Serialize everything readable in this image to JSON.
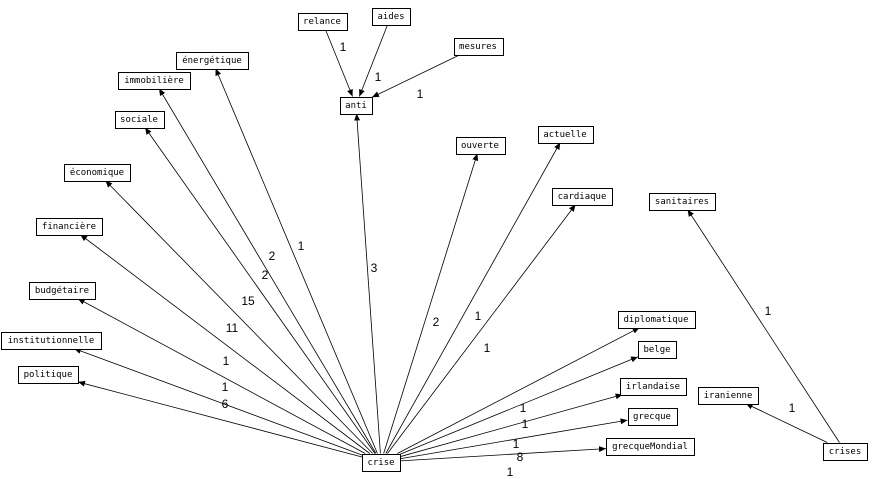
{
  "graph": {
    "nodes": [
      {
        "id": "relance",
        "label": "relance"
      },
      {
        "id": "aides",
        "label": "aides"
      },
      {
        "id": "mesures",
        "label": "mesures"
      },
      {
        "id": "anti",
        "label": "anti"
      },
      {
        "id": "energetique",
        "label": "énergétique"
      },
      {
        "id": "immobiliere",
        "label": "immobilière"
      },
      {
        "id": "sociale",
        "label": "sociale"
      },
      {
        "id": "economique",
        "label": "économique"
      },
      {
        "id": "financiere",
        "label": "financière"
      },
      {
        "id": "budgetaire",
        "label": "budgétaire"
      },
      {
        "id": "institutionnelle",
        "label": "institutionnelle"
      },
      {
        "id": "politique",
        "label": "politique"
      },
      {
        "id": "ouverte",
        "label": "ouverte"
      },
      {
        "id": "actuelle",
        "label": "actuelle"
      },
      {
        "id": "cardiaque",
        "label": "cardiaque"
      },
      {
        "id": "sanitaires",
        "label": "sanitaires"
      },
      {
        "id": "diplomatique",
        "label": "diplomatique"
      },
      {
        "id": "belge",
        "label": "belge"
      },
      {
        "id": "irlandaise",
        "label": "irlandaise"
      },
      {
        "id": "grecque",
        "label": "grecque"
      },
      {
        "id": "grecqueMondial",
        "label": "grecqueMondial"
      },
      {
        "id": "iranienne",
        "label": "iranienne"
      },
      {
        "id": "crise",
        "label": "crise"
      },
      {
        "id": "crises",
        "label": "crises"
      }
    ],
    "edges": [
      {
        "from": "relance",
        "to": "anti",
        "weight": "1"
      },
      {
        "from": "aides",
        "to": "anti",
        "weight": "1"
      },
      {
        "from": "mesures",
        "to": "anti",
        "weight": "1"
      },
      {
        "from": "crise",
        "to": "anti",
        "weight": "3"
      },
      {
        "from": "crise",
        "to": "energetique",
        "weight": "1"
      },
      {
        "from": "crise",
        "to": "immobiliere",
        "weight": "2"
      },
      {
        "from": "crise",
        "to": "sociale",
        "weight": "2"
      },
      {
        "from": "crise",
        "to": "economique",
        "weight": "15"
      },
      {
        "from": "crise",
        "to": "financiere",
        "weight": "11"
      },
      {
        "from": "crise",
        "to": "budgetaire",
        "weight": "1"
      },
      {
        "from": "crise",
        "to": "institutionnelle",
        "weight": "1"
      },
      {
        "from": "crise",
        "to": "politique",
        "weight": "6"
      },
      {
        "from": "crise",
        "to": "ouverte",
        "weight": "2"
      },
      {
        "from": "crise",
        "to": "actuelle",
        "weight": "1"
      },
      {
        "from": "crise",
        "to": "cardiaque",
        "weight": "1"
      },
      {
        "from": "crise",
        "to": "diplomatique",
        "weight": "1"
      },
      {
        "from": "crise",
        "to": "belge",
        "weight": "1"
      },
      {
        "from": "crise",
        "to": "irlandaise",
        "weight": "1"
      },
      {
        "from": "crise",
        "to": "grecque",
        "weight": "8"
      },
      {
        "from": "crise",
        "to": "grecqueMondial",
        "weight": "1"
      },
      {
        "from": "crises",
        "to": "sanitaires",
        "weight": "1"
      },
      {
        "from": "crises",
        "to": "iranienne",
        "weight": "1"
      }
    ]
  }
}
